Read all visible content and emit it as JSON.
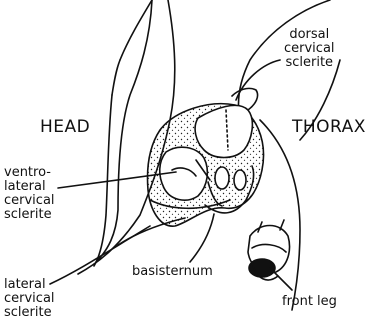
{
  "labels": {
    "head": "HEAD",
    "thorax": "THORAX",
    "dorsal_cervical_sclerite": "dorsal\ncervical\nsclerite",
    "ventrolateral_cervical_sclerite": "ventro-\nlateral\ncervical\nsclerite",
    "lateral_cervical_sclerite": "lateral\ncervical\nsclerite",
    "basisternum": "basisternum",
    "front_leg": "front leg"
  },
  "colors": {
    "ink": "#111111",
    "paper": "#ffffff"
  }
}
